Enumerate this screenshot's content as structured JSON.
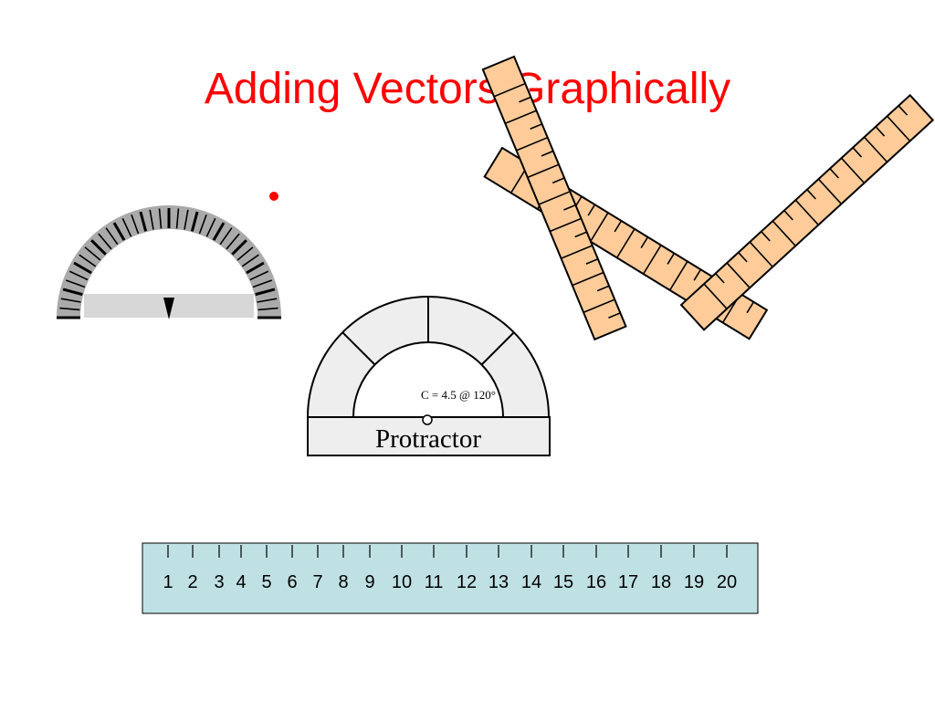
{
  "slide": {
    "title": "Adding Vectors Graphically",
    "title_color": "#ff0000",
    "bullet_color": "#ff0000"
  },
  "protractor": {
    "label": "Protractor",
    "vector_label": "C = 4.5 @ 120°",
    "fill": "#eeeeee"
  },
  "ruler": {
    "numbers": [
      "1",
      "2",
      "3",
      "4",
      "5",
      "6",
      "7",
      "8",
      "9",
      "10",
      "11",
      "12",
      "13",
      "14",
      "15",
      "16",
      "17",
      "18",
      "19",
      "20"
    ],
    "fill": "#c0e1e4"
  },
  "wooden_rulers": {
    "fill": "#ffcc99"
  }
}
